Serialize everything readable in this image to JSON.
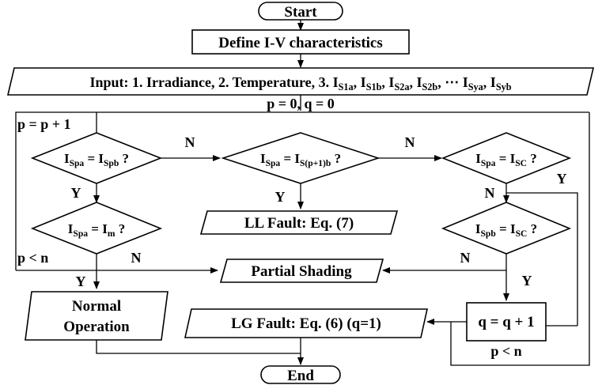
{
  "flowchart": {
    "start": "Start",
    "define": "Define I-V characteristics",
    "input": {
      "prefix": "Input: 1. Irradiance, 2. Temperature, 3. ",
      "currents": [
        {
          "base": "I",
          "sub": "S1a",
          "sep": ", "
        },
        {
          "base": "I",
          "sub": "S1b",
          "sep": ", "
        },
        {
          "base": "I",
          "sub": "S2a",
          "sep": ", "
        },
        {
          "base": "I",
          "sub": "S2b",
          "sep": ", ⋯ "
        },
        {
          "base": "I",
          "sub": "Sya",
          "sep": ", "
        },
        {
          "base": "I",
          "sub": "Syb",
          "sep": ""
        }
      ]
    },
    "init": "p = 0, q = 0",
    "increment_p": "p = p + 1",
    "decision1": {
      "l_sub": "Spa",
      "r_sub": "Spb"
    },
    "decision2": {
      "l_sub": "Spa",
      "r_sub": "S(p+1)b"
    },
    "decision3": {
      "l_sub": "Spa",
      "r_sub": "SC"
    },
    "decision4": {
      "l_sub": "Spa",
      "r_sub": "m"
    },
    "decision5": {
      "l_sub": "Spb",
      "r_sub": "SC"
    },
    "ll_fault": "LL Fault: Eq. (7)",
    "partial_shading": "Partial Shading",
    "normal_line1": "Normal",
    "normal_line2": "Operation",
    "lg_fault": "LG Fault: Eq. (6) (q=1)",
    "increment_q": "q = q + 1",
    "end": "End",
    "labels": {
      "N1": "N",
      "N2": "N",
      "Y1": "Y",
      "Y2": "Y",
      "Y3": "Y",
      "N3": "N",
      "N4": "N",
      "N5": "N",
      "Y4": "Y",
      "Y5": "Y",
      "p_lt_n_left": "p < n",
      "p_lt_n_right": "p < n"
    }
  }
}
